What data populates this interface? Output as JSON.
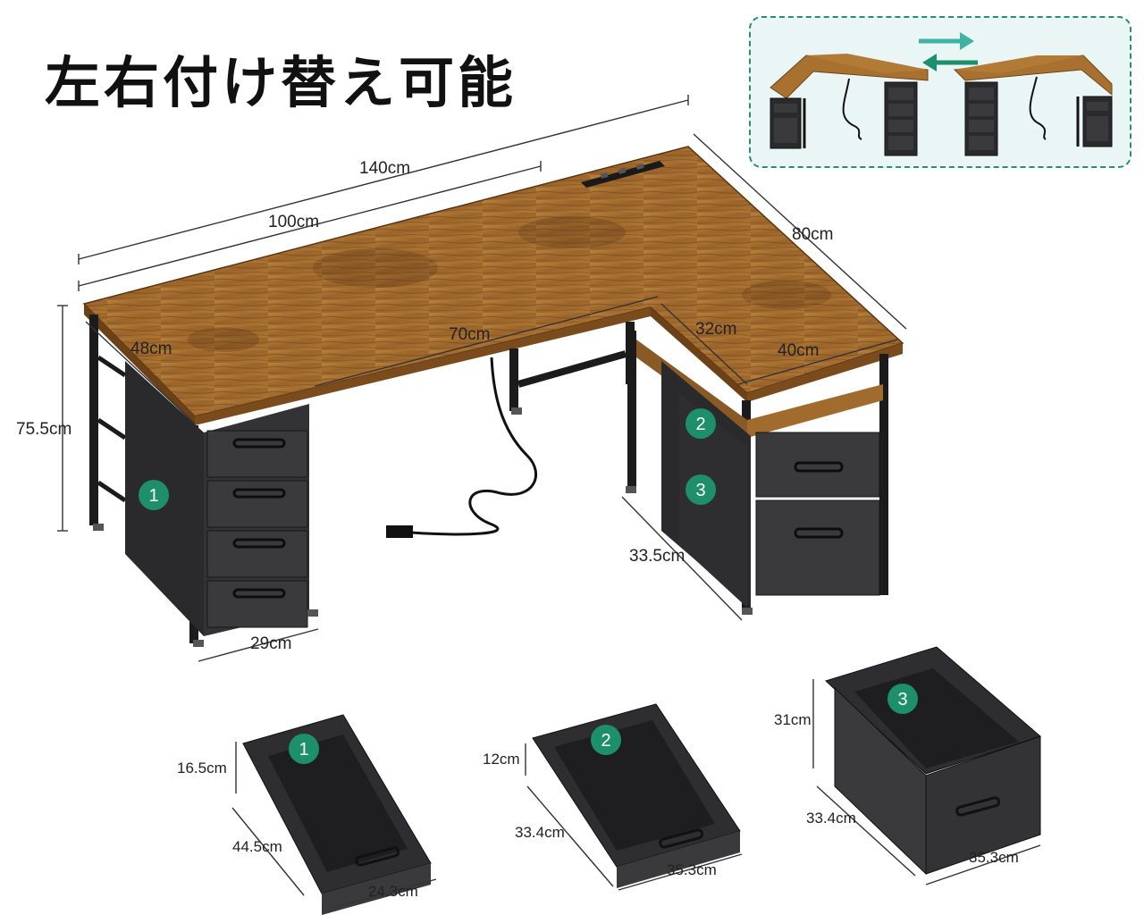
{
  "headline": "左右付け替え可能",
  "colors": {
    "accent": "#1e8f6b",
    "wood": "#a9712f",
    "frame": "#1b1b1b",
    "fabric": "#2a2a2c",
    "inset_bg": "#eaf6f6",
    "inset_border": "#2f8a6e"
  },
  "inset": {
    "icon": "swap-arrows-icon"
  },
  "desk": {
    "dims": {
      "total_width": "140cm",
      "main_width": "100cm",
      "side_depth": "80cm",
      "main_depth": "48cm",
      "inner_width": "70cm",
      "inner_depth": "32cm",
      "side_width": "40cm",
      "height": "75.5cm",
      "drawer_unit_width": "29cm",
      "cabinet_depth": "33.5cm"
    }
  },
  "badges": [
    "1",
    "2",
    "3"
  ],
  "drawers": [
    {
      "badge": "1",
      "height": "16.5cm",
      "depth": "44.5cm",
      "width": "24.3cm"
    },
    {
      "badge": "2",
      "height": "12cm",
      "depth": "33.4cm",
      "width": "35.3cm"
    },
    {
      "badge": "3",
      "height": "31cm",
      "depth": "33.4cm",
      "width": "35.3cm"
    }
  ]
}
